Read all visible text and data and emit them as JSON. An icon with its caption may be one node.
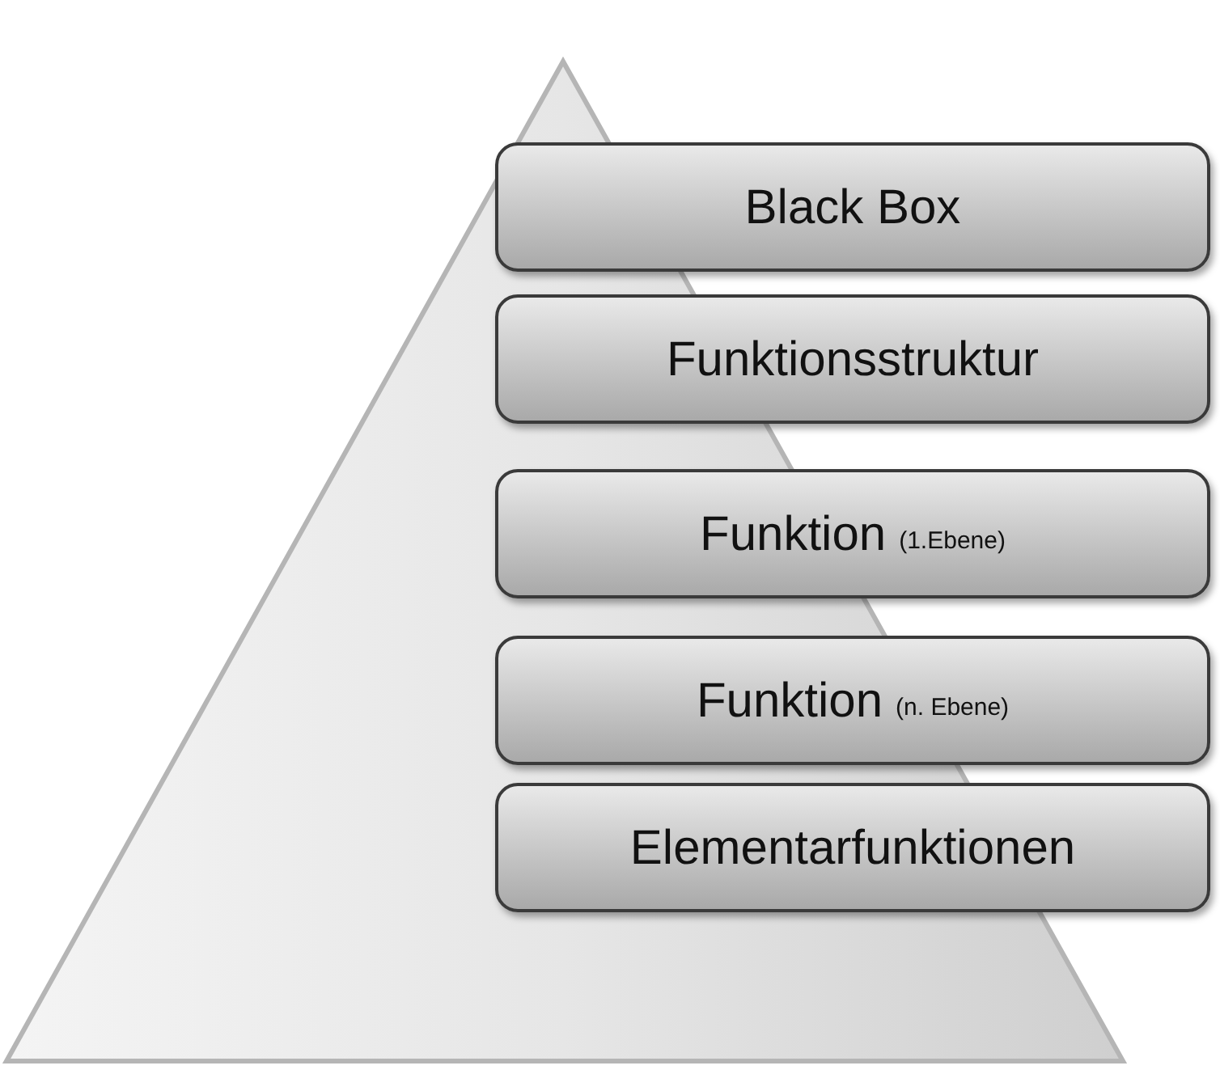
{
  "diagram": {
    "nodes": [
      {
        "text": [
          "Black Box"
        ]
      },
      {
        "text": [
          "Funktionsstruktur"
        ]
      },
      {
        "text": [
          "Funktion",
          "(1.Ebene)"
        ]
      },
      {
        "text": [
          "Funktion",
          "(n. Ebene)"
        ]
      },
      {
        "text": [
          "Elementarfunktionen"
        ]
      }
    ]
  }
}
